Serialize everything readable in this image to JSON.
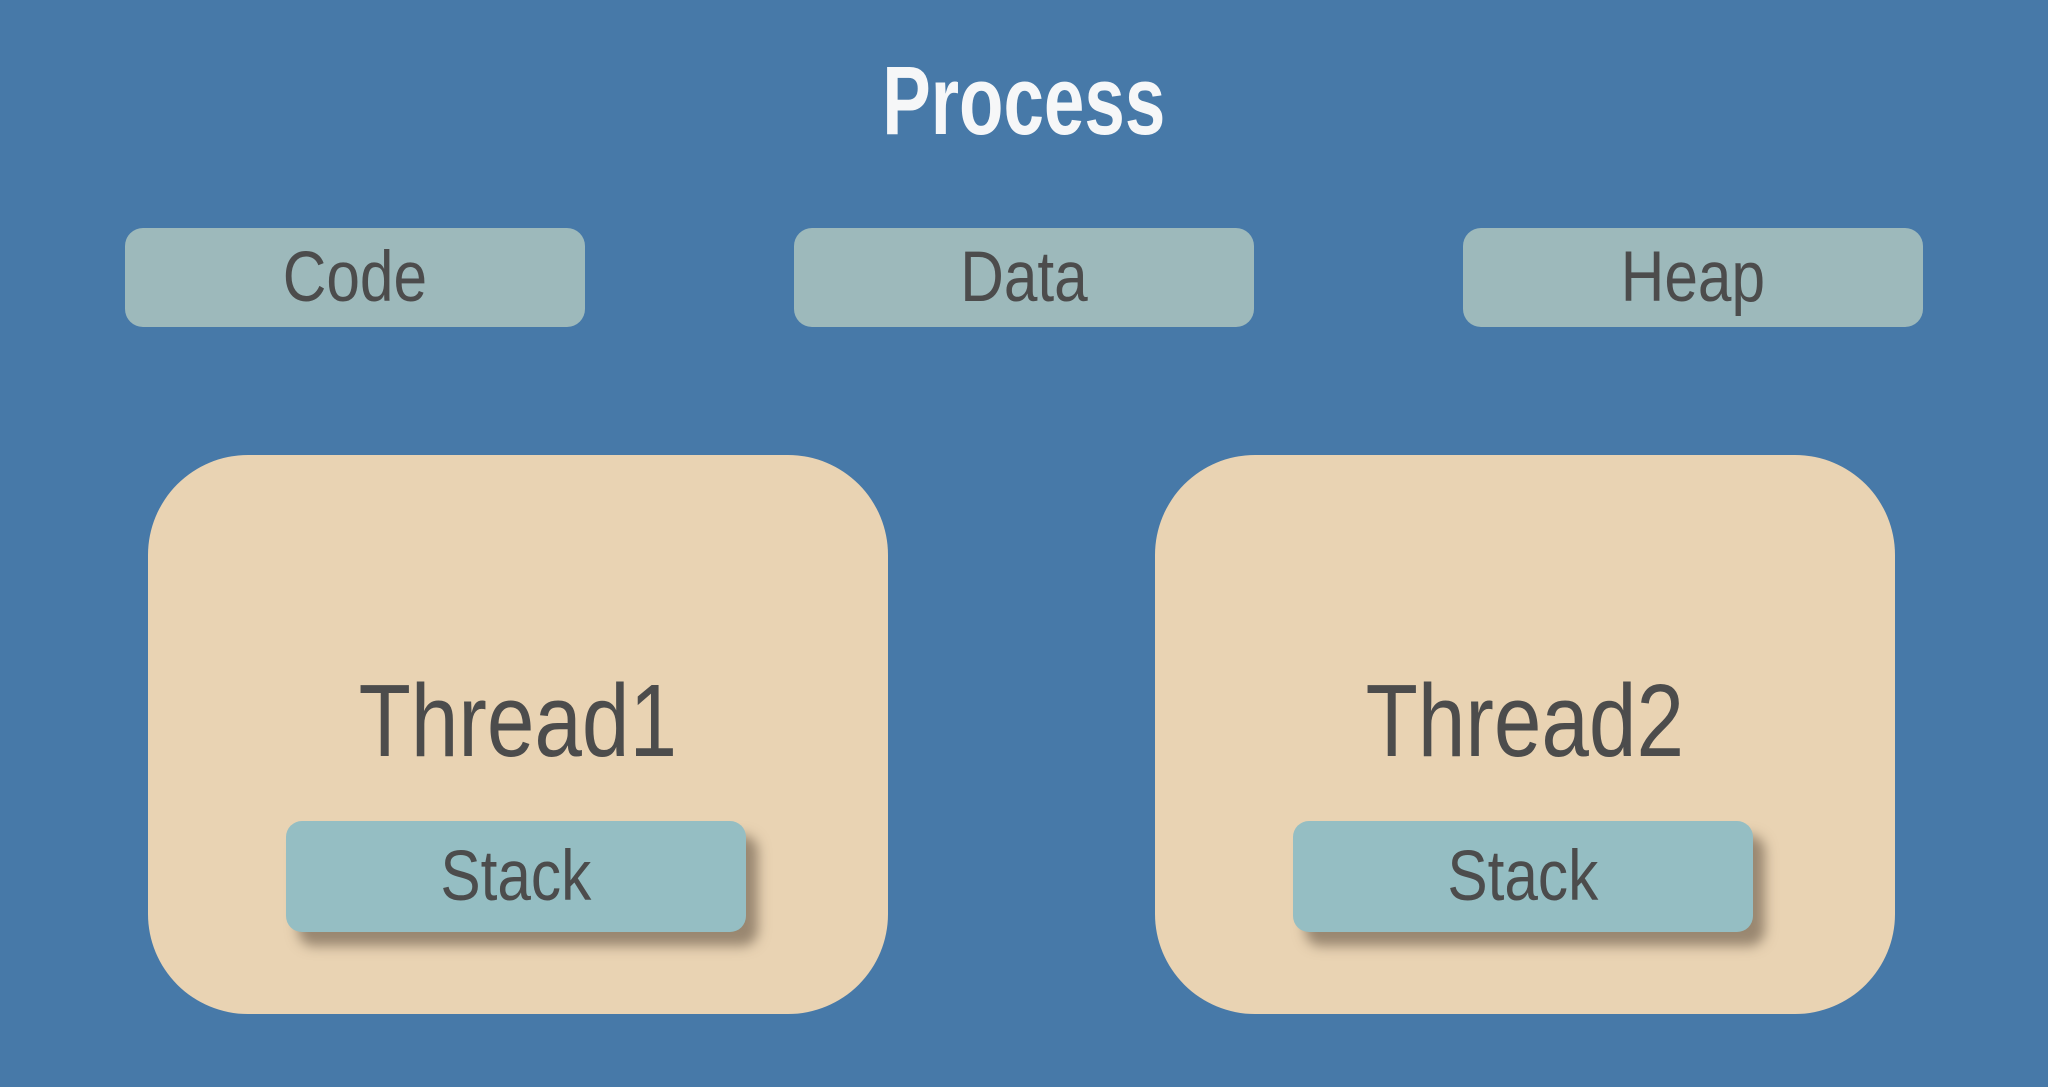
{
  "title": "Process",
  "segments": [
    {
      "label": "Code"
    },
    {
      "label": "Data"
    },
    {
      "label": "Heap"
    }
  ],
  "threads": [
    {
      "label": "Thread1",
      "stack_label": "Stack"
    },
    {
      "label": "Thread2",
      "stack_label": "Stack"
    }
  ],
  "colors": {
    "background": "#4779a8",
    "thread-card": "#e9d3b3",
    "segment-box": "#9db9bb",
    "stack-box": "#95bec3",
    "label-text": "#4c4c4c",
    "title-text": "#f6f7f8",
    "stack-shadow": "rgba(88,73,58,0.55)"
  }
}
